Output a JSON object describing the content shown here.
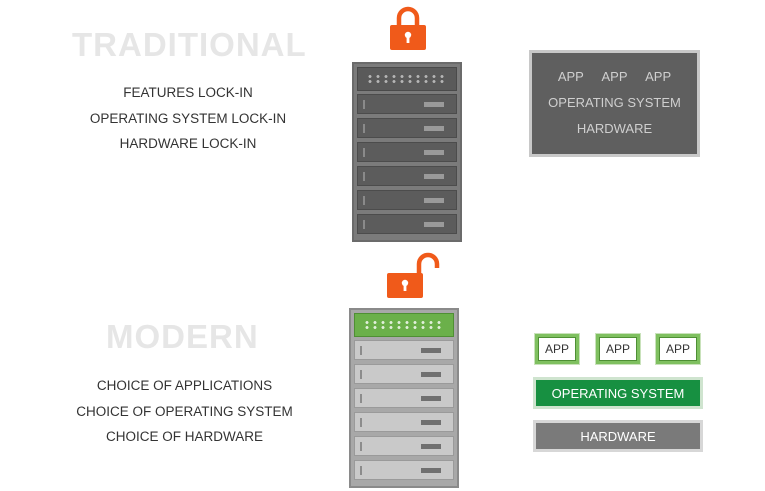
{
  "traditional": {
    "title": "TRADITIONAL",
    "items": [
      "FEATURES LOCK-IN",
      "OPERATING SYSTEM LOCK-IN",
      "HARDWARE LOCK-IN"
    ],
    "stack": {
      "apps": [
        "APP",
        "APP",
        "APP"
      ],
      "os": "OPERATING SYSTEM",
      "hardware": "HARDWARE"
    }
  },
  "modern": {
    "title": "MODERN",
    "items": [
      "CHOICE OF APPLICATIONS",
      "CHOICE OF OPERATING SYSTEM",
      "CHOICE OF HARDWARE"
    ],
    "stack": {
      "apps": [
        "APP",
        "APP",
        "APP"
      ],
      "os": "OPERATING SYSTEM",
      "hardware": "HARDWARE"
    }
  },
  "icons": {
    "closed_lock": "lock-closed-icon",
    "open_lock": "lock-open-icon",
    "server_rack": "server-rack-icon"
  },
  "colors": {
    "lock_orange": "#f05a1a",
    "green_accent": "#179041",
    "light_green": "#7fc060",
    "dark_gray": "#5f5f5f",
    "title_gray": "#e6e6e6"
  }
}
